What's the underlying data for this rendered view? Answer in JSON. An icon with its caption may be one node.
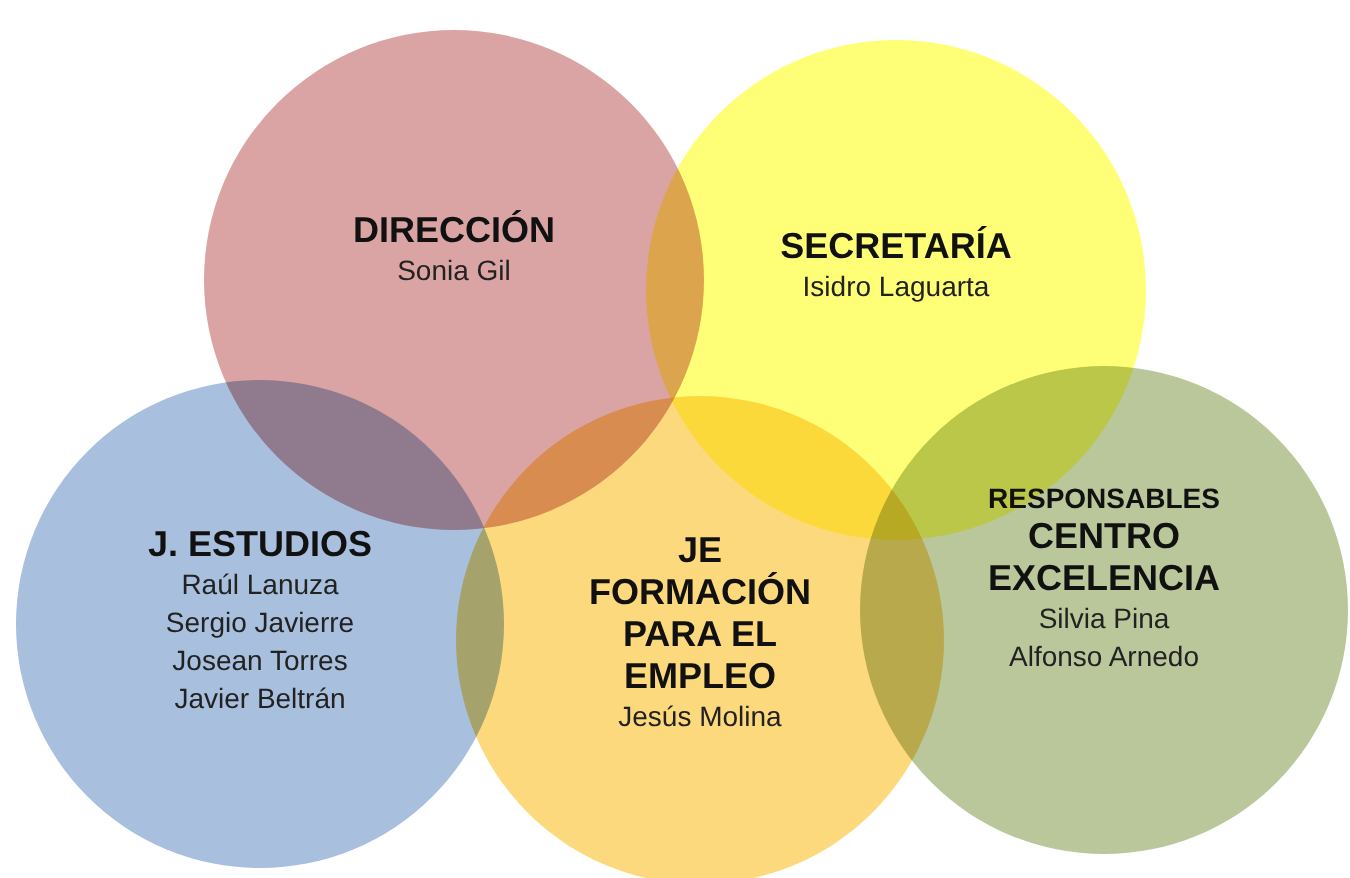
{
  "diagram": {
    "nodes": [
      {
        "text": [
          "DIRECCIÓN",
          "Sonia Gil"
        ]
      },
      {
        "text": [
          "SECRETARÍA",
          "Isidro Laguarta"
        ]
      },
      {
        "text": [
          "J. ESTUDIOS",
          "Raúl Lanuza",
          "Sergio Javierre",
          "Josean Torres",
          "Javier Beltrán"
        ]
      },
      {
        "text": [
          "JE FORMACIÓN PARA EL EMPLEO",
          "Jesús Molina"
        ]
      },
      {
        "text": [
          "RESPONSABLES",
          "CENTRO EXCELENCIA",
          "Silvia Pina",
          "Alfonso Arnedo"
        ]
      }
    ]
  }
}
